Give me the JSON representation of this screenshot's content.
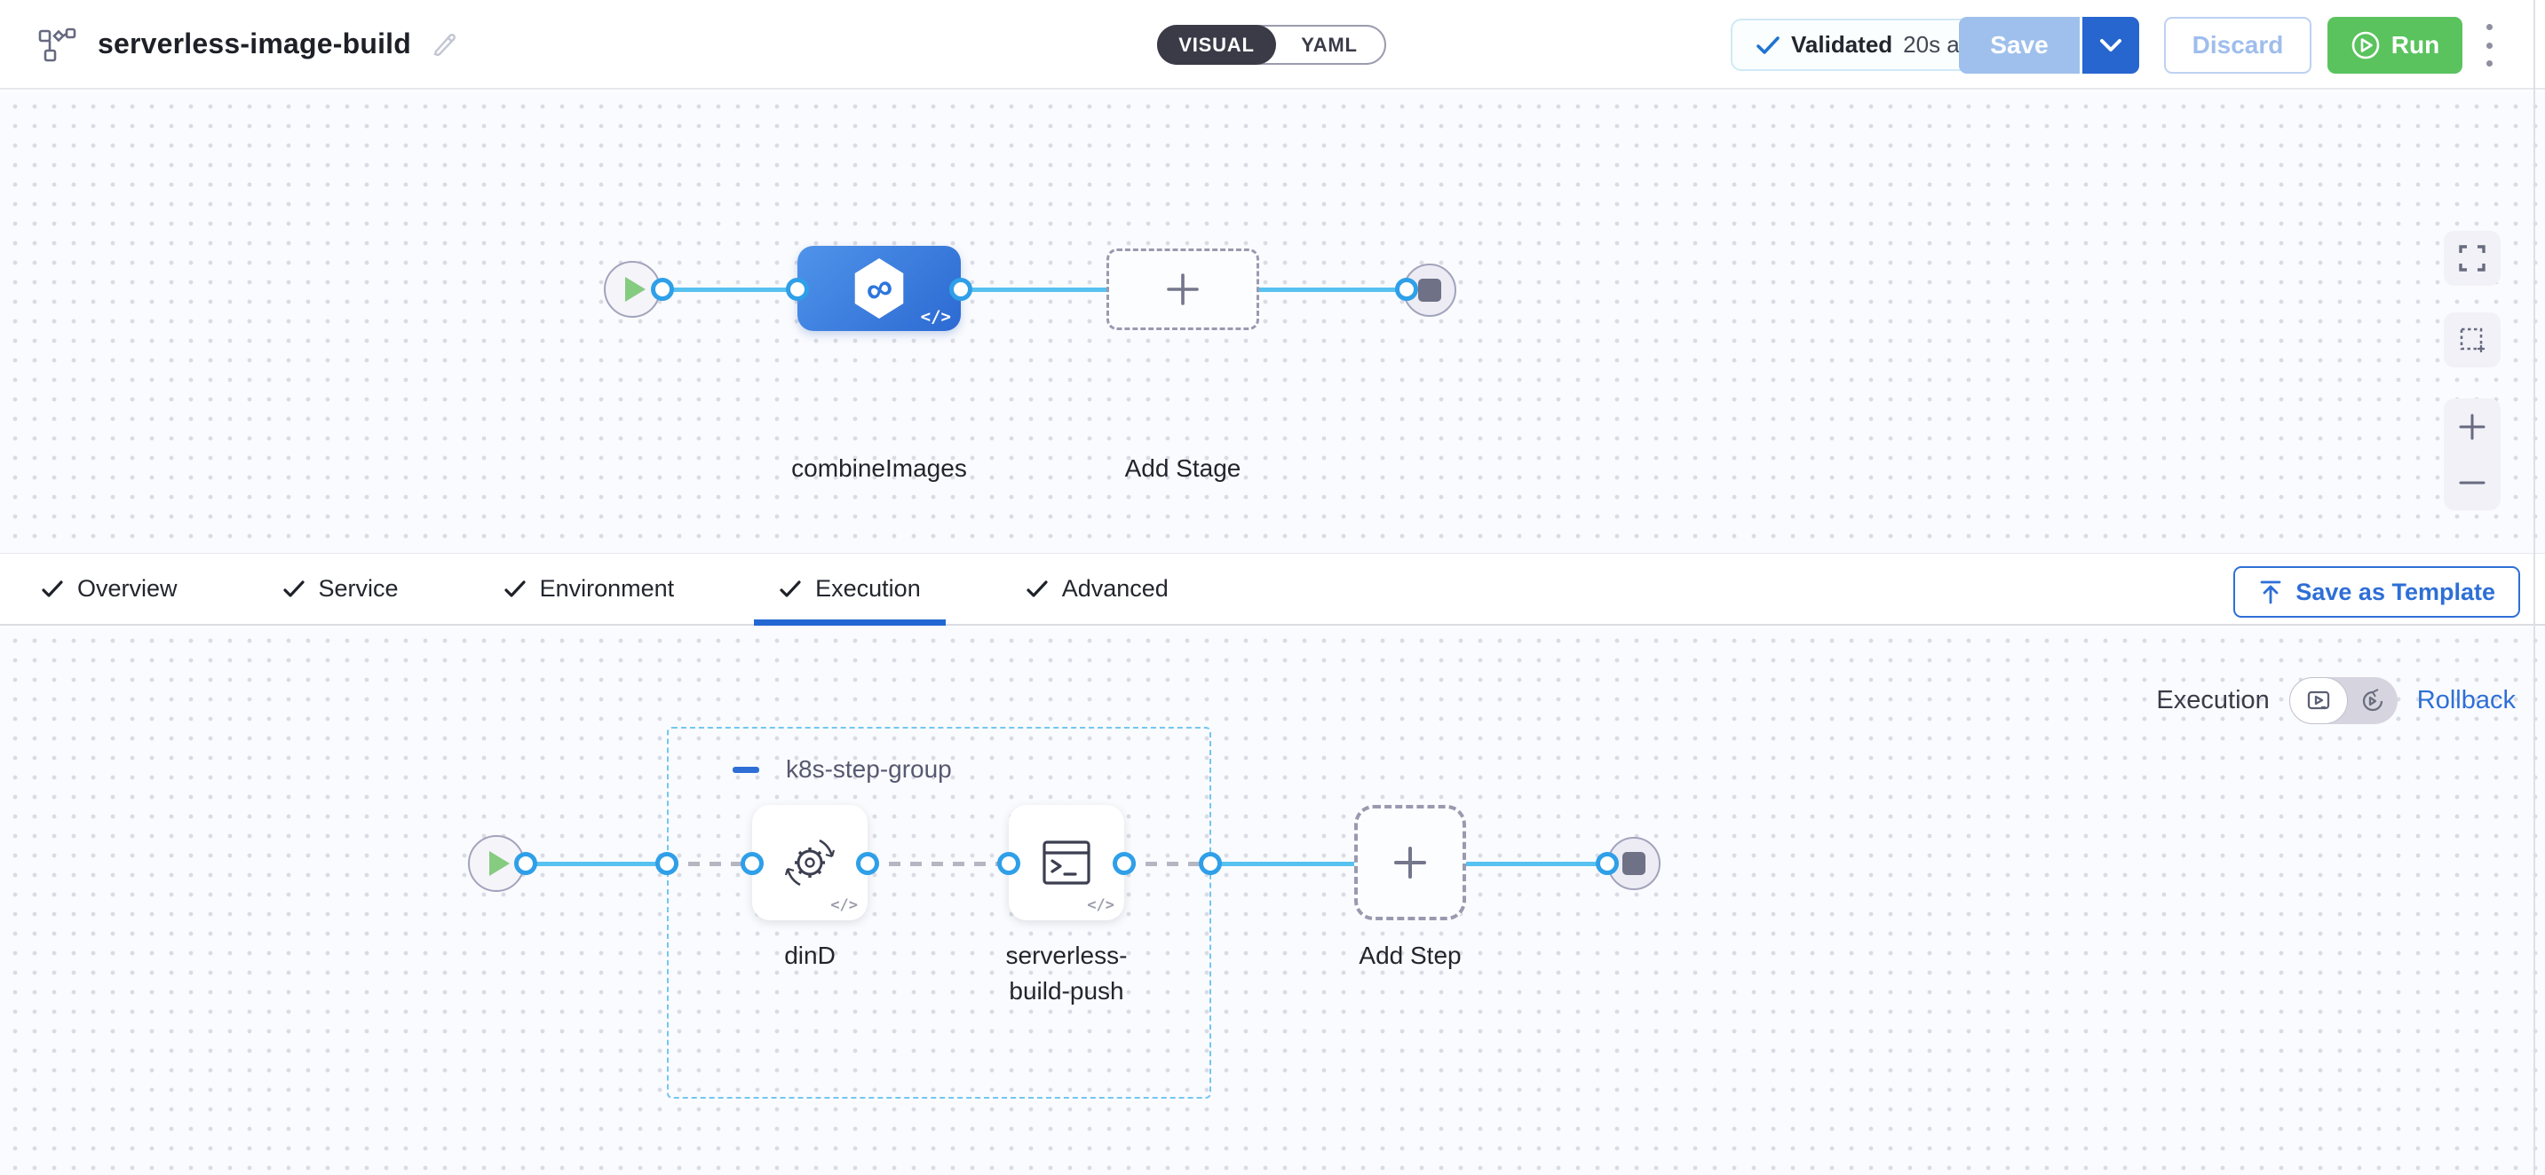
{
  "header": {
    "title": "serverless-image-build",
    "mode_toggle": {
      "visual": "VISUAL",
      "yaml": "YAML"
    },
    "validation": {
      "label": "Validated",
      "time": "20s ago"
    },
    "save_label": "Save",
    "discard_label": "Discard",
    "run_label": "Run"
  },
  "stage_canvas": {
    "stage_label": "combineImages",
    "add_stage_label": "Add Stage"
  },
  "tabs": [
    {
      "label": "Overview",
      "checked": true,
      "active": false
    },
    {
      "label": "Service",
      "checked": true,
      "active": false
    },
    {
      "label": "Environment",
      "checked": true,
      "active": false
    },
    {
      "label": "Execution",
      "checked": true,
      "active": true
    },
    {
      "label": "Advanced",
      "checked": true,
      "active": false
    }
  ],
  "save_as_template_label": "Save as Template",
  "execution_panel": {
    "execution_label": "Execution",
    "rollback_label": "Rollback"
  },
  "step_canvas": {
    "group_label": "k8s-step-group",
    "steps": [
      {
        "label": "dinD"
      },
      {
        "label_lines": [
          "serverless-",
          "build-push"
        ]
      }
    ],
    "add_step_label": "Add Step"
  },
  "colors": {
    "accent_blue": "#2e6fd6",
    "run_green": "#5ac35e",
    "connector_blue": "#57c1f0",
    "stage_node_blue": "#2c6ad2",
    "group_border_blue": "#72c7f1",
    "canvas_bg": "#fafbfe"
  }
}
